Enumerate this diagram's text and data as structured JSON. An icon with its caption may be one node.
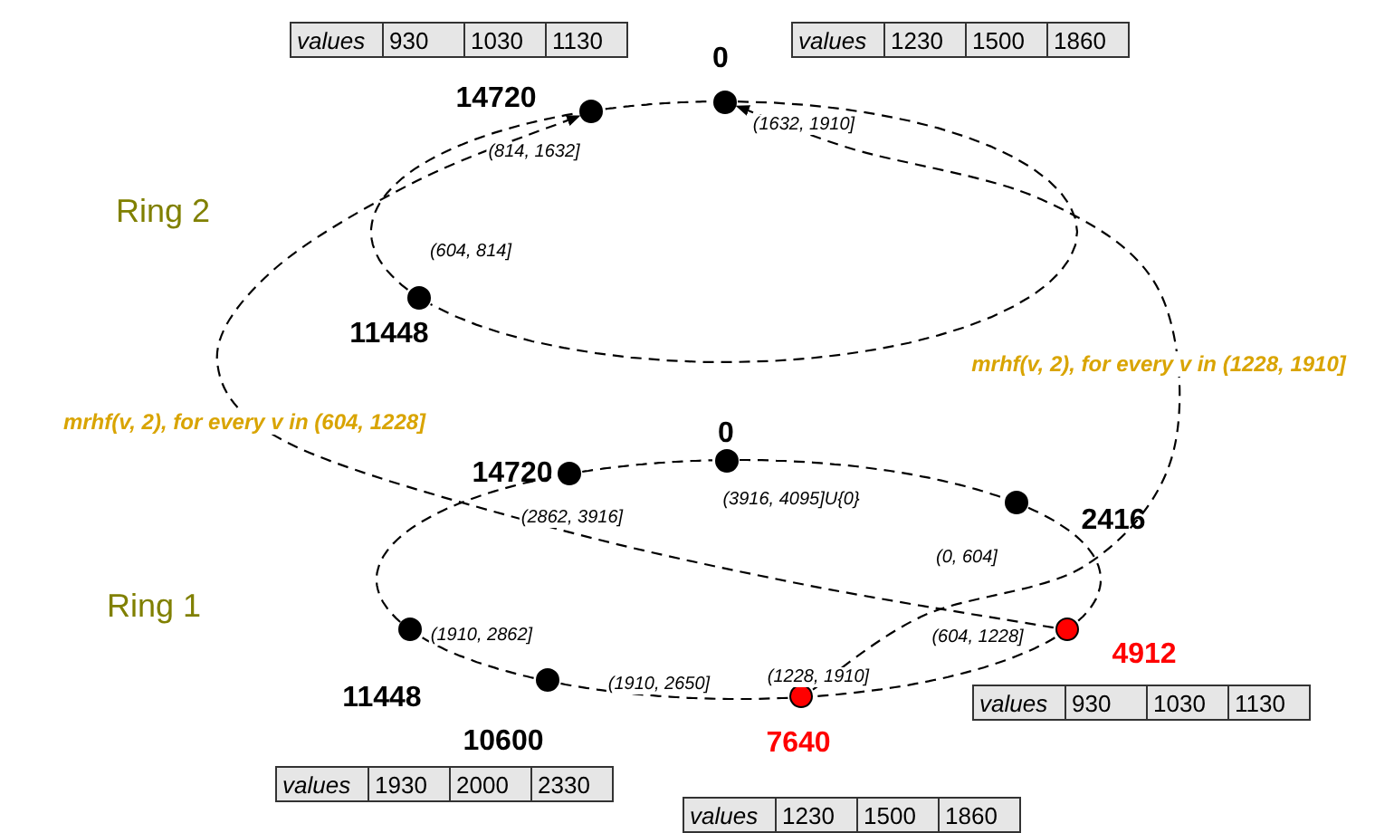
{
  "diagram": {
    "nodes": [
      {
        "text": [
          "0"
        ],
        "beside": [
          "(1632, 1910]"
        ]
      },
      {
        "text": [
          "14720"
        ],
        "beside": [
          "(814, 1632]"
        ]
      },
      {
        "text": [
          "11448"
        ],
        "beside": [
          "(604, 814]"
        ]
      },
      {
        "text": [
          "0"
        ],
        "beside": [
          "(3916, 4095]U{0}"
        ]
      },
      {
        "text": [
          "14720"
        ],
        "beside": [
          "(2862, 3916]"
        ]
      },
      {
        "text": [
          "2416"
        ],
        "beside": [
          "(0, 604]"
        ]
      },
      {
        "text": [
          "4912"
        ],
        "beside": [
          "(604, 1228]"
        ]
      },
      {
        "text": [
          "11448"
        ],
        "beside": [
          "(1910, 2862]"
        ]
      },
      {
        "text": [
          "10600"
        ],
        "beside": [
          "(1910, 2650]"
        ]
      },
      {
        "text": [
          "7640"
        ],
        "beside": [
          "(1228, 1910]"
        ]
      }
    ],
    "edges": [
      {
        "from": 1,
        "to": 0,
        "arrow": "none",
        "style": "dashed"
      },
      {
        "from": 0,
        "to": 2,
        "arrow": "none",
        "style": "dashed"
      },
      {
        "from": 2,
        "to": 1,
        "arrow": "none",
        "style": "dashed"
      },
      {
        "from": 4,
        "to": 3,
        "arrow": "none",
        "style": "dashed"
      },
      {
        "from": 3,
        "to": 5,
        "arrow": "none",
        "style": "dashed"
      },
      {
        "from": 5,
        "to": 6,
        "arrow": "none",
        "style": "dashed"
      },
      {
        "from": 6,
        "to": 9,
        "arrow": "none",
        "style": "dashed"
      },
      {
        "from": 9,
        "to": 8,
        "arrow": "none",
        "style": "dashed"
      },
      {
        "from": 8,
        "to": 7,
        "arrow": "none",
        "style": "dashed"
      },
      {
        "from": 7,
        "to": 4,
        "arrow": "none",
        "style": "dashed"
      },
      {
        "from": 6,
        "to": 1,
        "arrow": "to",
        "style": "dashed",
        "label": "mrhf(v, 2), for every v in (604, 1228]"
      },
      {
        "from": 9,
        "to": 0,
        "arrow": "to",
        "style": "dashed",
        "label": "mrhf(v, 2), for every v in (1228, 1910]"
      }
    ],
    "labels": [
      "values",
      "930",
      "1030",
      "1130",
      "values",
      "1230",
      "1500",
      "1860",
      "Ring 2",
      "Ring 1",
      "values",
      "930",
      "1030",
      "1130",
      "values",
      "1930",
      "2000",
      "2330",
      "values",
      "1230",
      "1500",
      "1860"
    ]
  }
}
